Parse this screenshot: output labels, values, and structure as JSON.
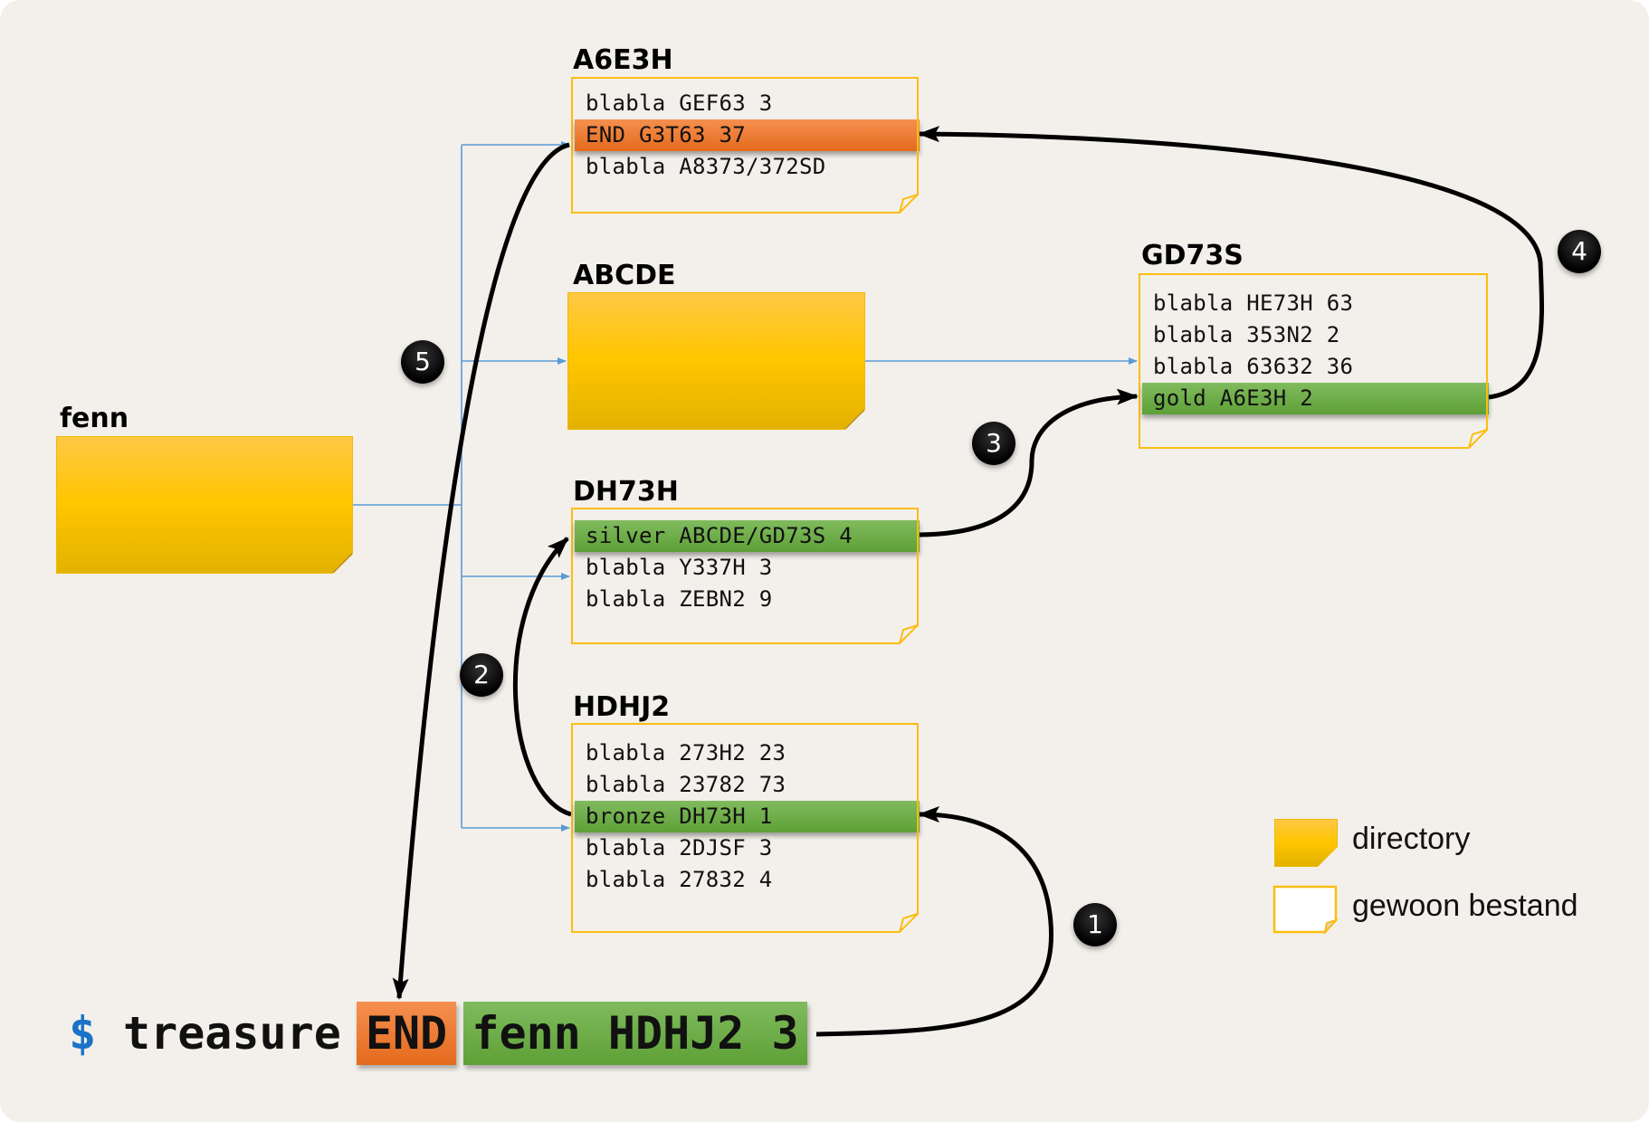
{
  "diagram": {
    "folders": [
      {
        "id": "fenn",
        "label": "fenn"
      },
      {
        "id": "ABCDE",
        "label": "ABCDE"
      }
    ],
    "files": [
      {
        "id": "A6E3H",
        "label": "A6E3H",
        "rows": [
          {
            "text": "blabla GEF63 3",
            "highlight": null
          },
          {
            "text": "END G3T63 37",
            "highlight": "orange"
          },
          {
            "text": "blabla A8373/372SD",
            "highlight": null
          }
        ]
      },
      {
        "id": "GD73S",
        "label": "GD73S",
        "rows": [
          {
            "text": "blabla HE73H 63",
            "highlight": null
          },
          {
            "text": "blabla 353N2 2",
            "highlight": null
          },
          {
            "text": "blabla 63632 36",
            "highlight": null
          },
          {
            "text": "gold A6E3H 2",
            "highlight": "green"
          }
        ]
      },
      {
        "id": "DH73H",
        "label": "DH73H",
        "rows": [
          {
            "text": "silver ABCDE/GD73S 4",
            "highlight": "green"
          },
          {
            "text": "blabla Y337H 3",
            "highlight": null
          },
          {
            "text": "blabla ZEBN2 9",
            "highlight": null
          }
        ]
      },
      {
        "id": "HDHJ2",
        "label": "HDHJ2",
        "rows": [
          {
            "text": "blabla 273H2 23",
            "highlight": null
          },
          {
            "text": "blabla 23782 73",
            "highlight": null
          },
          {
            "text": "bronze DH73H 1",
            "highlight": "green"
          },
          {
            "text": "blabla 2DJSF 3",
            "highlight": null
          },
          {
            "text": "blabla 27832 4",
            "highlight": null
          }
        ]
      }
    ],
    "steps": [
      "1",
      "2",
      "3",
      "4",
      "5"
    ],
    "command": {
      "prompt": "$",
      "program": "treasure",
      "end_arg": "END",
      "args": "fenn HDHJ2 3"
    },
    "legend": [
      {
        "kind": "folder",
        "text": "directory"
      },
      {
        "kind": "file",
        "text": "gewoon bestand"
      }
    ],
    "colors": {
      "background": "#f3f0eb",
      "folder": "#ffc600",
      "file_border": "#fbbd12",
      "highlight_green": "#6aad44",
      "highlight_orange": "#ec7a32",
      "tree_line": "#5b9bd5",
      "prompt": "#1a73c8"
    }
  }
}
